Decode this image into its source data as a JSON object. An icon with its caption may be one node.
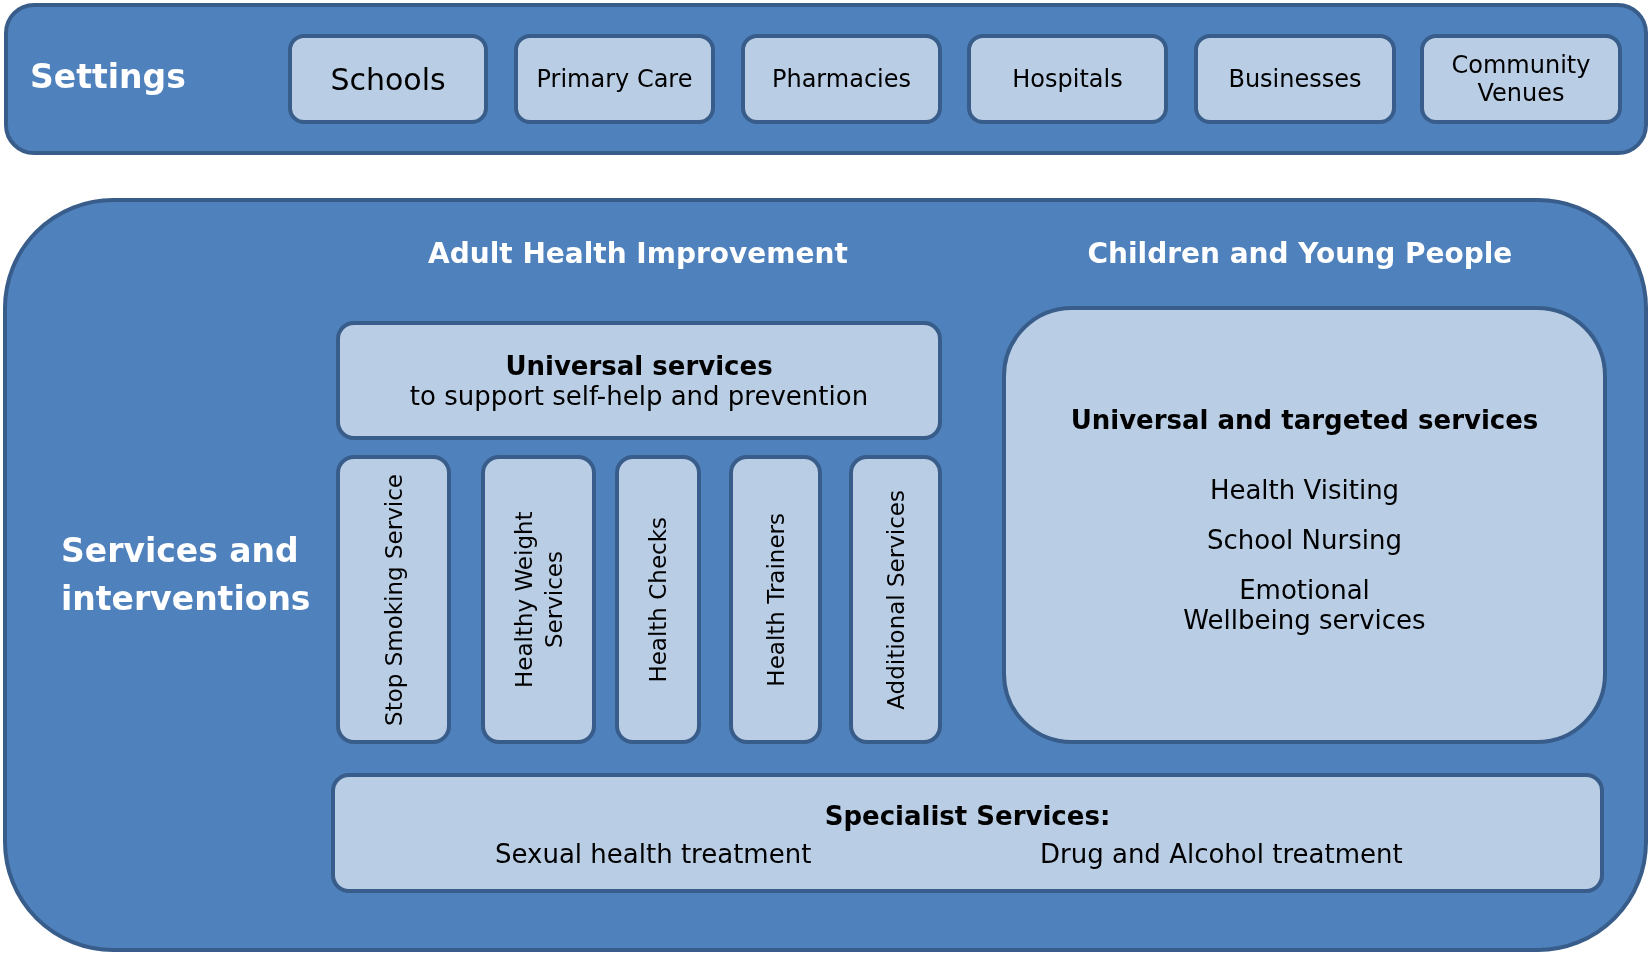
{
  "diagram": {
    "nodes": [
      {
        "text": [
          "Settings"
        ]
      },
      {
        "text": [
          "Schools"
        ],
        "in": 0
      },
      {
        "text": [
          "Primary Care"
        ],
        "in": 0
      },
      {
        "text": [
          "Pharmacies"
        ],
        "in": 0
      },
      {
        "text": [
          "Hospitals"
        ],
        "in": 0
      },
      {
        "text": [
          "Businesses"
        ],
        "in": 0
      },
      {
        "text": [
          "Community Venues"
        ],
        "in": 0
      },
      {
        "text": [
          "Services and interventions"
        ]
      },
      {
        "text": [
          "Universal services",
          "to support self-help and prevention"
        ],
        "in": 7
      },
      {
        "text": [
          "Stop Smoking Service"
        ],
        "in": 7
      },
      {
        "text": [
          "Healthy Weight Services"
        ],
        "in": 7
      },
      {
        "text": [
          "Health Checks"
        ],
        "in": 7
      },
      {
        "text": [
          "Health Trainers"
        ],
        "in": 7
      },
      {
        "text": [
          "Additional Services"
        ],
        "in": 7
      },
      {
        "text": [
          "Universal and targeted services",
          "Health Visiting",
          "School Nursing",
          "Emotional Wellbeing services"
        ],
        "in": 7
      },
      {
        "text": [
          "Specialist Services:",
          "Sexual health treatment",
          "Drug and Alcohol treatment"
        ],
        "in": 7
      }
    ],
    "labels": [
      "Adult Health Improvement",
      "Children and Young People"
    ]
  }
}
